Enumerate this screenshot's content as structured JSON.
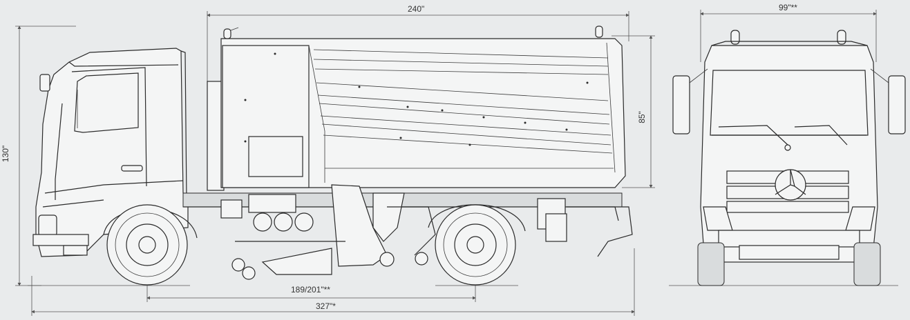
{
  "dimensions": {
    "overall_length": "240\"",
    "front_width": "99\"**",
    "overall_height": "130\"",
    "body_height": "85\"",
    "wheelbase": "189/201\"**",
    "total_length": "327\"*"
  },
  "colors": {
    "background": "#e9ebec",
    "line": "#2a2a2a",
    "dimension_line": "#555555"
  }
}
